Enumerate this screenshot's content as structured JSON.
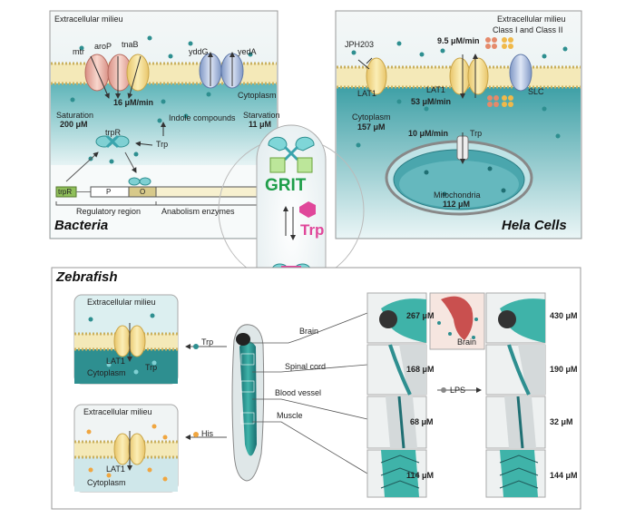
{
  "bacteria": {
    "title": "Bacteria",
    "extracellular": "Extracellular milieu",
    "transporters": [
      "mtr",
      "aroP",
      "tnaB",
      "yddG",
      "yedA"
    ],
    "rate": "16 μM/min",
    "cytoplasm": "Cytoplasm",
    "saturation_label": "Saturation",
    "saturation_value": "200 μM",
    "starvation_label": "Starvation",
    "starvation_value": "11 μM",
    "regulator": "trpR",
    "indole": "Indole compounds",
    "trp": "Trp",
    "gene_trpR": "trpR",
    "gene_P": "P",
    "gene_O": "O",
    "regulatory_region": "Regulatory region",
    "anabolism": "Anabolism enzymes"
  },
  "hela": {
    "title": "Hela Cells",
    "extracellular": "Extracellular milieu",
    "class": "Class I and Class II",
    "inhibitor": "JPH203",
    "rate_in": "9.5 μM/min",
    "lat1_left": "LAT1",
    "lat1_mid": "LAT1",
    "slc": "SLC",
    "rate_out": "53 μM/min",
    "cytoplasm": "Cytoplasm",
    "cyto_value": "157 μM",
    "mito_rate": "10 μM/min",
    "trp": "Trp",
    "mito_label": "Mitochondria",
    "mito_value": "112 μM"
  },
  "center": {
    "sensor": "GRIT",
    "ligand": "Trp"
  },
  "zebrafish": {
    "title": "Zebrafish",
    "cell1": {
      "extracellular": "Extracellular milieu",
      "lat1": "LAT1",
      "cytoplasm": "Cytoplasm",
      "trp": "Trp",
      "arrow_label": "Trp"
    },
    "cell2": {
      "extracellular": "Extracellular milieu",
      "lat1": "LAT1",
      "cytoplasm": "Cytoplasm",
      "arrow_label": "His"
    },
    "tissues": [
      "Brain",
      "Spinal cord",
      "Blood vessel",
      "Muscle"
    ],
    "left_values": [
      "267 μM",
      "168 μM",
      "68 μM",
      "114 μM"
    ],
    "right_values": [
      "430 μM",
      "190 μM",
      "32 μM",
      "144 μM"
    ],
    "lps": "LPS",
    "brain_inset": "Brain"
  },
  "colors": {
    "teal": "#2e8f90",
    "teal_light": "#a9d6d8",
    "lat1_yellow": "#f2d98a",
    "grit_green": "#1f9e4a",
    "trp_magenta": "#e0479a"
  }
}
